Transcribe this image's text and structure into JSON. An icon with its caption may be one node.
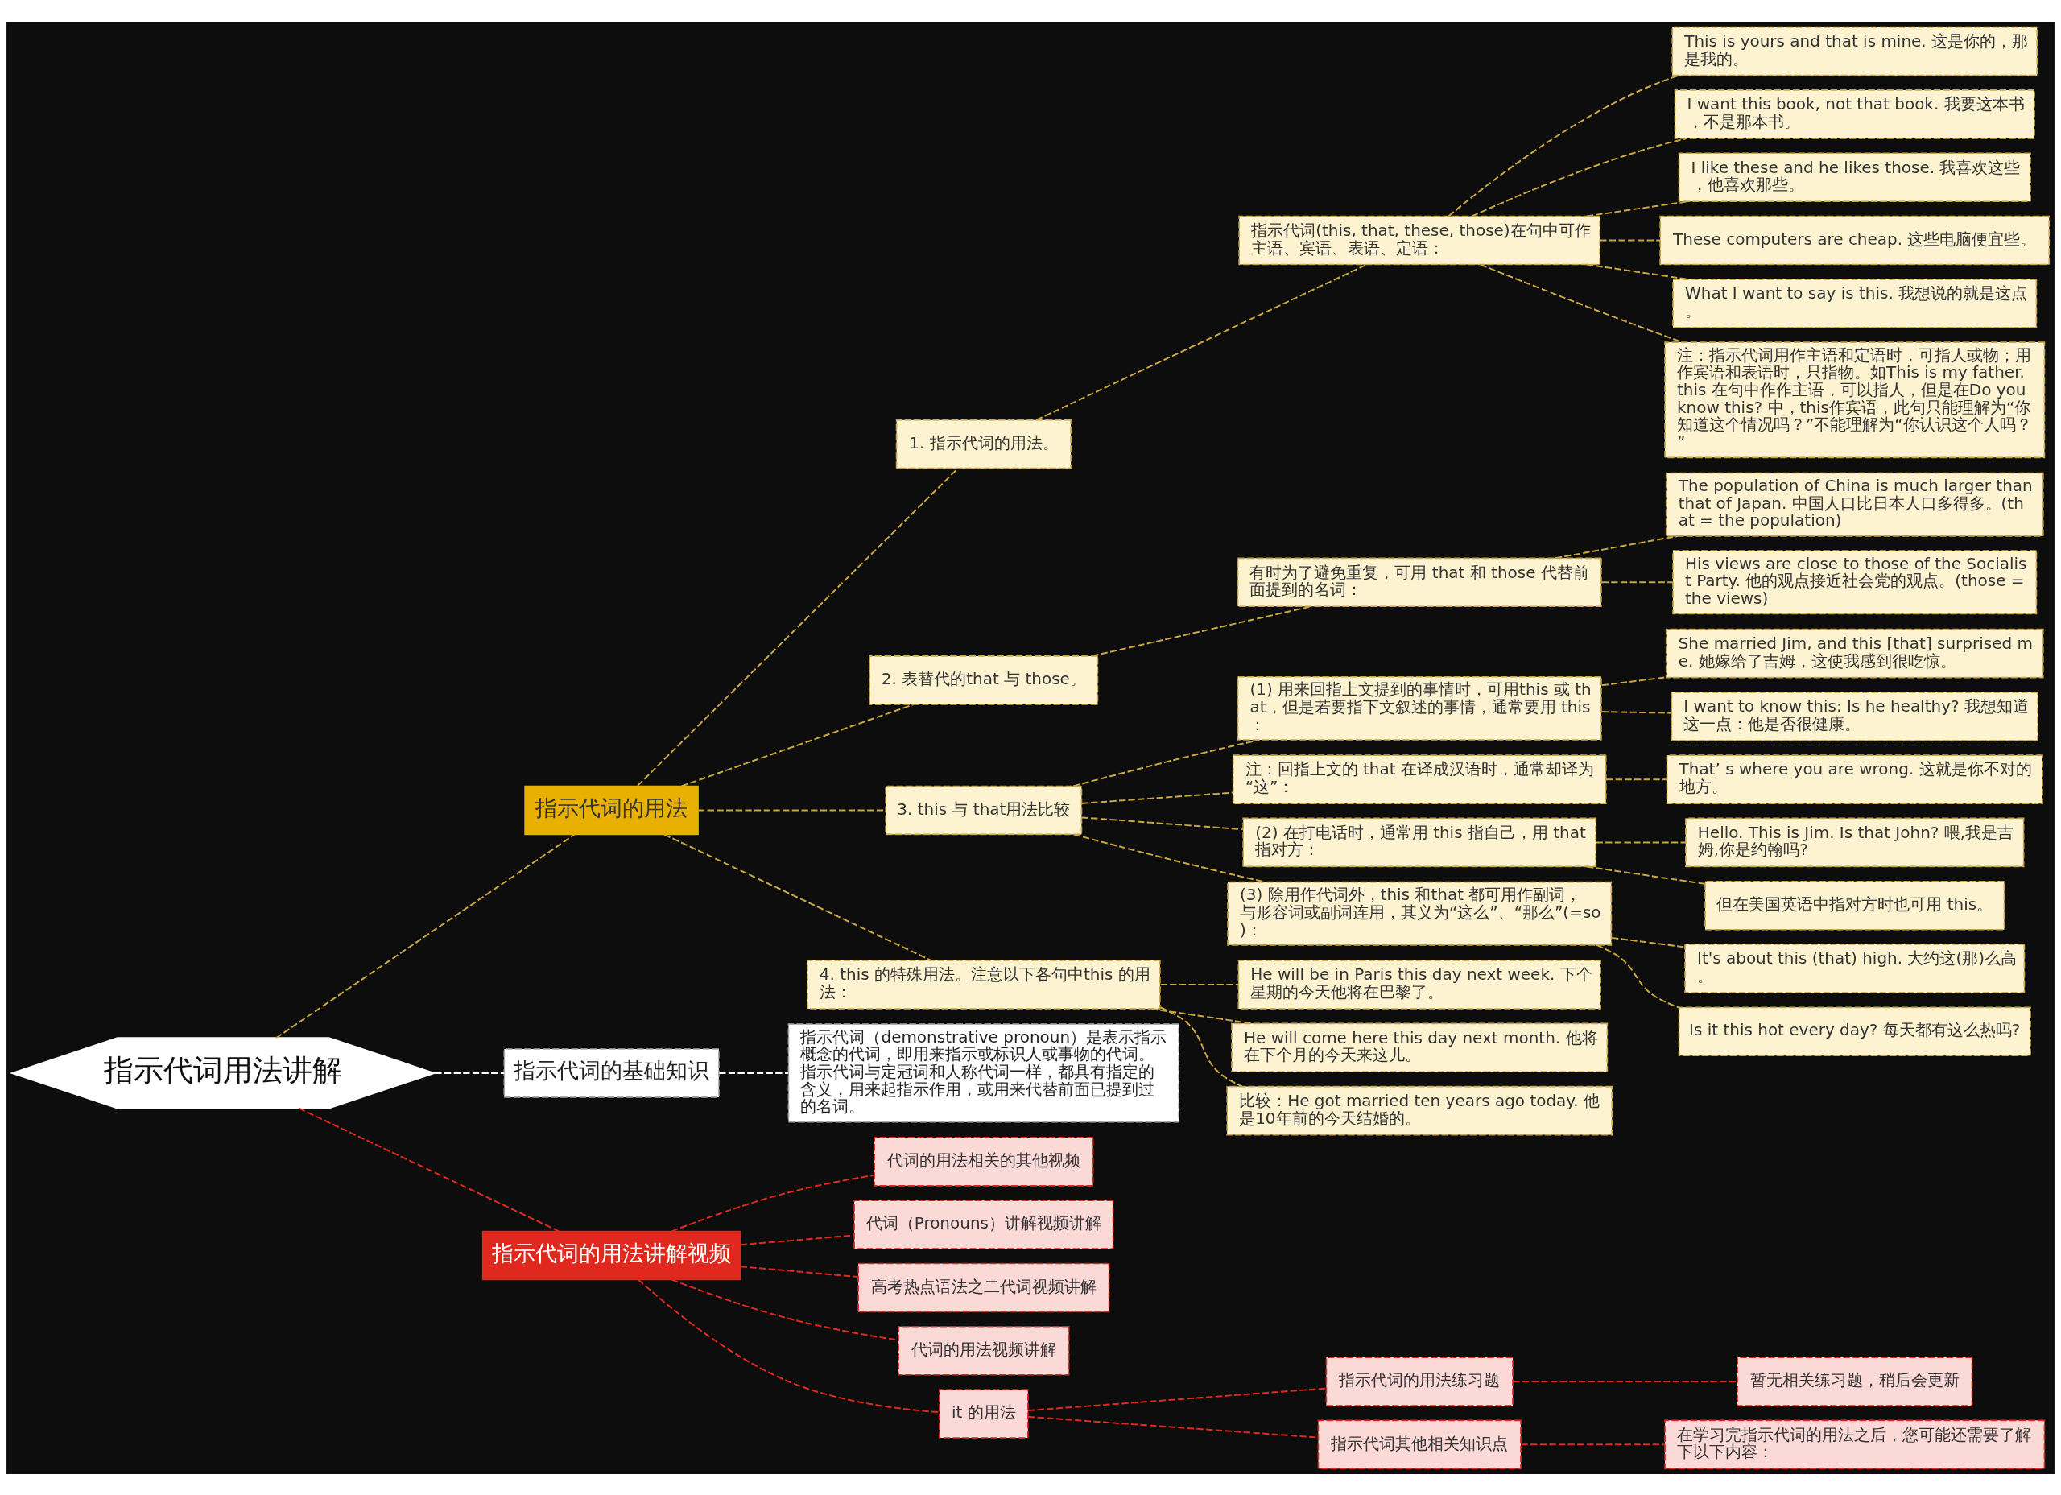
{
  "diagram": {
    "nodes": [
      {
        "text": [
          "指示代词用法讲解"
        ]
      },
      {
        "text": [
          "指示代词的用法"
        ]
      },
      {
        "text": [
          "1. 指示代词的用法。"
        ]
      },
      {
        "text": [
          "指示代词(this, that, these, those)在句中可作主语、宾语、表语、定语："
        ]
      },
      {
        "text": [
          "This is yours and that is mine. 这是你的，那是我的。"
        ]
      },
      {
        "text": [
          "I want this book, not that book. 我要这本书，不是那本书。"
        ]
      },
      {
        "text": [
          "I like these and he likes those. 我喜欢这些，他喜欢那些。"
        ]
      },
      {
        "text": [
          "These computers are cheap. 这些电脑便宜些。"
        ]
      },
      {
        "text": [
          "What I want to say is this. 我想说的就是这点。"
        ]
      },
      {
        "text": [
          "注：指示代词用作主语和定语时，可指人或物；用作宾语和表语时，只指物。如This is my father. this 在句中作作主语，可以指人，但是在Do you know this? 中，this作宾语，此句只能理解为“你知道这个情况吗？”不能理解为“你认识这个人吗？”"
        ]
      },
      {
        "text": [
          "2. 表替代的that 与 those。"
        ]
      },
      {
        "text": [
          "有时为了避免重复，可用 that 和 those 代替前面提到的名词："
        ]
      },
      {
        "text": [
          "The population of China is much larger than that of Japan. 中国人口比日本人口多得多。(that = the population)"
        ]
      },
      {
        "text": [
          "His views are close to those of the Socialist Party. 他的观点接近社会党的观点。(those = the views)"
        ]
      },
      {
        "text": [
          "3. this 与 that用法比较"
        ]
      },
      {
        "text": [
          "(1) 用来回指上文提到的事情时，可用this 或 that，但是若要指下文叙述的事情，通常要用 this："
        ]
      },
      {
        "text": [
          "She married Jim, and this [that] surprised me. 她嫁给了吉姆，这使我感到很吃惊。"
        ]
      },
      {
        "text": [
          "I want to know this: Is he healthy? 我想知道这一点：他是否很健康。"
        ]
      },
      {
        "text": [
          "注：回指上文的 that 在译成汉语时，通常却译为“这”："
        ]
      },
      {
        "text": [
          "That’ s where you are wrong. 这就是你不对的地方。"
        ]
      },
      {
        "text": [
          "(2) 在打电话时，通常用 this 指自己，用 that 指对方："
        ]
      },
      {
        "text": [
          "Hello. This is Jim. Is that John? 喂,我是吉姆,你是约翰吗?"
        ]
      },
      {
        "text": [
          "但在美国英语中指对方时也可用 this。"
        ]
      },
      {
        "text": [
          "(3) 除用作代词外，this 和that 都可用作副词，与形容词或副词连用，其义为“这么”、“那么”(=so)："
        ]
      },
      {
        "text": [
          "It's about this (that) high. 大约这(那)么高。"
        ]
      },
      {
        "text": [
          "Is it this hot every day? 每天都有这么热吗?"
        ]
      },
      {
        "text": [
          "4. this 的特殊用法。注意以下各句中this 的用法："
        ]
      },
      {
        "text": [
          "He will be in Paris this day next week. 下个星期的今天他将在巴黎了。"
        ]
      },
      {
        "text": [
          "He will come here this day next month. 他将在下个月的今天来这儿。"
        ]
      },
      {
        "text": [
          "比较：He got married ten years ago today. 他是10年前的今天结婚的。"
        ]
      },
      {
        "text": [
          "指示代词的基础知识"
        ]
      },
      {
        "text": [
          "指示代词（demonstrative pronoun）是表示指示概念的代词，即用来指示或标识人或事物的代词。指示代词与定冠词和人称代词一样，都具有指定的含义，用来起指示作用，或用来代替前面已提到过的名词。"
        ]
      },
      {
        "text": [
          "指示代词的用法讲解视频"
        ]
      },
      {
        "text": [
          "代词的用法相关的其他视频"
        ]
      },
      {
        "text": [
          "代词（Pronouns）讲解视频讲解"
        ]
      },
      {
        "text": [
          "高考热点语法之二代词视频讲解"
        ]
      },
      {
        "text": [
          "代词的用法视频讲解"
        ]
      },
      {
        "text": [
          "it 的用法"
        ]
      },
      {
        "text": [
          "指示代词的用法练习题"
        ]
      },
      {
        "text": [
          "暂无相关练习题，稍后会更新"
        ]
      },
      {
        "text": [
          "指示代词其他相关知识点"
        ]
      },
      {
        "text": [
          "在学习完指示代词的用法之后，您可能还需要了解下以下内容："
        ]
      }
    ],
    "edges": [
      {
        "from": 0,
        "to": 1,
        "arrow": "none",
        "style": "dashed"
      },
      {
        "from": 1,
        "to": 2,
        "arrow": "none",
        "style": "dashed"
      },
      {
        "from": 2,
        "to": 3,
        "arrow": "none",
        "style": "dashed"
      },
      {
        "from": 3,
        "to": 4,
        "arrow": "none",
        "style": "dashed"
      },
      {
        "from": 3,
        "to": 5,
        "arrow": "none",
        "style": "dashed"
      },
      {
        "from": 3,
        "to": 6,
        "arrow": "none",
        "style": "dashed"
      },
      {
        "from": 3,
        "to": 7,
        "arrow": "none",
        "style": "dashed"
      },
      {
        "from": 3,
        "to": 8,
        "arrow": "none",
        "style": "dashed"
      },
      {
        "from": 3,
        "to": 9,
        "arrow": "none",
        "style": "dashed"
      },
      {
        "from": 1,
        "to": 10,
        "arrow": "none",
        "style": "dashed"
      },
      {
        "from": 10,
        "to": 11,
        "arrow": "none",
        "style": "dashed"
      },
      {
        "from": 11,
        "to": 12,
        "arrow": "none",
        "style": "dashed"
      },
      {
        "from": 11,
        "to": 13,
        "arrow": "none",
        "style": "dashed"
      },
      {
        "from": 1,
        "to": 14,
        "arrow": "none",
        "style": "dashed"
      },
      {
        "from": 14,
        "to": 15,
        "arrow": "none",
        "style": "dashed"
      },
      {
        "from": 15,
        "to": 16,
        "arrow": "none",
        "style": "dashed"
      },
      {
        "from": 15,
        "to": 17,
        "arrow": "none",
        "style": "dashed"
      },
      {
        "from": 14,
        "to": 18,
        "arrow": "none",
        "style": "dashed"
      },
      {
        "from": 18,
        "to": 19,
        "arrow": "none",
        "style": "dashed"
      },
      {
        "from": 14,
        "to": 20,
        "arrow": "none",
        "style": "dashed"
      },
      {
        "from": 20,
        "to": 21,
        "arrow": "none",
        "style": "dashed"
      },
      {
        "from": 20,
        "to": 22,
        "arrow": "none",
        "style": "dashed"
      },
      {
        "from": 14,
        "to": 23,
        "arrow": "none",
        "style": "dashed"
      },
      {
        "from": 23,
        "to": 24,
        "arrow": "none",
        "style": "dashed"
      },
      {
        "from": 23,
        "to": 25,
        "arrow": "none",
        "style": "dashed"
      },
      {
        "from": 1,
        "to": 26,
        "arrow": "none",
        "style": "dashed"
      },
      {
        "from": 26,
        "to": 27,
        "arrow": "none",
        "style": "dashed"
      },
      {
        "from": 26,
        "to": 28,
        "arrow": "none",
        "style": "dashed"
      },
      {
        "from": 26,
        "to": 29,
        "arrow": "none",
        "style": "dashed"
      },
      {
        "from": 0,
        "to": 30,
        "arrow": "none",
        "style": "dashed",
        "color": "#ffffff"
      },
      {
        "from": 30,
        "to": 31,
        "arrow": "none",
        "style": "dashed",
        "color": "#ffffff"
      },
      {
        "from": 0,
        "to": 32,
        "arrow": "none",
        "style": "dashed",
        "color": "#e0281e"
      },
      {
        "from": 32,
        "to": 33,
        "arrow": "none",
        "style": "dashed",
        "color": "#e0281e"
      },
      {
        "from": 32,
        "to": 34,
        "arrow": "none",
        "style": "dashed",
        "color": "#e0281e"
      },
      {
        "from": 32,
        "to": 35,
        "arrow": "none",
        "style": "dashed",
        "color": "#e0281e"
      },
      {
        "from": 32,
        "to": 36,
        "arrow": "none",
        "style": "dashed",
        "color": "#e0281e"
      },
      {
        "from": 32,
        "to": 37,
        "arrow": "none",
        "style": "dashed",
        "color": "#e0281e"
      },
      {
        "from": 37,
        "to": 38,
        "arrow": "none",
        "style": "dashed",
        "color": "#e0281e"
      },
      {
        "from": 38,
        "to": 39,
        "arrow": "none",
        "style": "dashed",
        "color": "#e0281e"
      },
      {
        "from": 37,
        "to": 40,
        "arrow": "none",
        "style": "dashed",
        "color": "#e0281e"
      },
      {
        "from": 40,
        "to": 41,
        "arrow": "none",
        "style": "dashed",
        "color": "#e0281e"
      }
    ]
  }
}
